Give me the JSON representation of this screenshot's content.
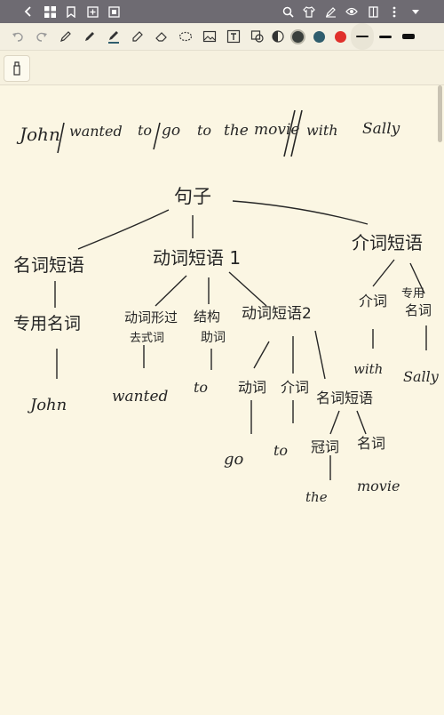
{
  "topbar": {
    "icons": [
      "back-icon",
      "grid-icon",
      "bookmark-icon",
      "add-page-icon",
      "crop-icon",
      "search-icon",
      "shirt-icon",
      "edit-icon",
      "eye-icon",
      "book-icon",
      "more-icon",
      "dropdown-icon"
    ]
  },
  "toolbar": {
    "tools": [
      "undo-icon",
      "redo-icon",
      "pencil-icon",
      "pen-icon",
      "fountain-pen-icon",
      "highlighter-icon",
      "eraser-icon",
      "lasso-icon",
      "image-icon",
      "text-icon",
      "shape-icon",
      "moon-icon"
    ],
    "colors": [
      "#3a3f3c",
      "#2f5d6d",
      "#e0302b"
    ],
    "active_color": "#2f5d6d"
  },
  "handwriting": {
    "sentence": [
      "John",
      "wanted",
      "to",
      "go",
      "to",
      "the",
      "movie",
      "with",
      "Sally"
    ],
    "tree": {
      "root": "句子",
      "np_subject": "名词短语",
      "vp1": "动词短语 1",
      "pp": "介词短语",
      "proper_noun": "专用名词",
      "john": "John",
      "vt_top": "动词形过",
      "vt_bottom": "去式词",
      "aux_top": "结构",
      "aux_bottom": "助词",
      "vp2": "动词短语2",
      "prep1": "介词",
      "proper2_top": "专用",
      "proper2_bottom": "名词",
      "wanted": "wanted",
      "to1": "to",
      "verb": "动词",
      "prep2": "介词",
      "np2": "名词短语",
      "with": "with",
      "sally": "Sally",
      "go": "go",
      "to2": "to",
      "article": "冠词",
      "noun": "名词",
      "the": "the",
      "movie": "movie"
    }
  }
}
